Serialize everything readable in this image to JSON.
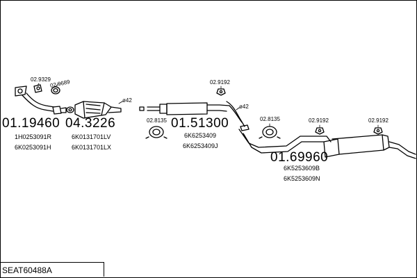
{
  "kit_code": "SEAT60488A",
  "parts": [
    {
      "id": "01.19460",
      "refs": [
        "1H0253091R",
        "6K0253091H"
      ]
    },
    {
      "id": "04.3226",
      "refs": [
        "6K0131701LV",
        "6K0131701LX"
      ]
    },
    {
      "id": "01.51300",
      "refs": [
        "6K6253409",
        "6K6253409J"
      ]
    },
    {
      "id": "01.69960",
      "refs": [
        "6K5253609B",
        "6K5253609N"
      ]
    }
  ],
  "fittings": {
    "gasket_a": "02.9329",
    "gasket_b": "02.9689",
    "clamp_1": "02.8135",
    "hanger_1": "02.9192",
    "clamp_2": "02.8135",
    "hanger_2": "02.9192",
    "hanger_3": "02.9192"
  },
  "pipe_diameters": [
    "ø42",
    "ø42"
  ],
  "colors": {
    "line": "#000000",
    "background": "#ffffff"
  }
}
